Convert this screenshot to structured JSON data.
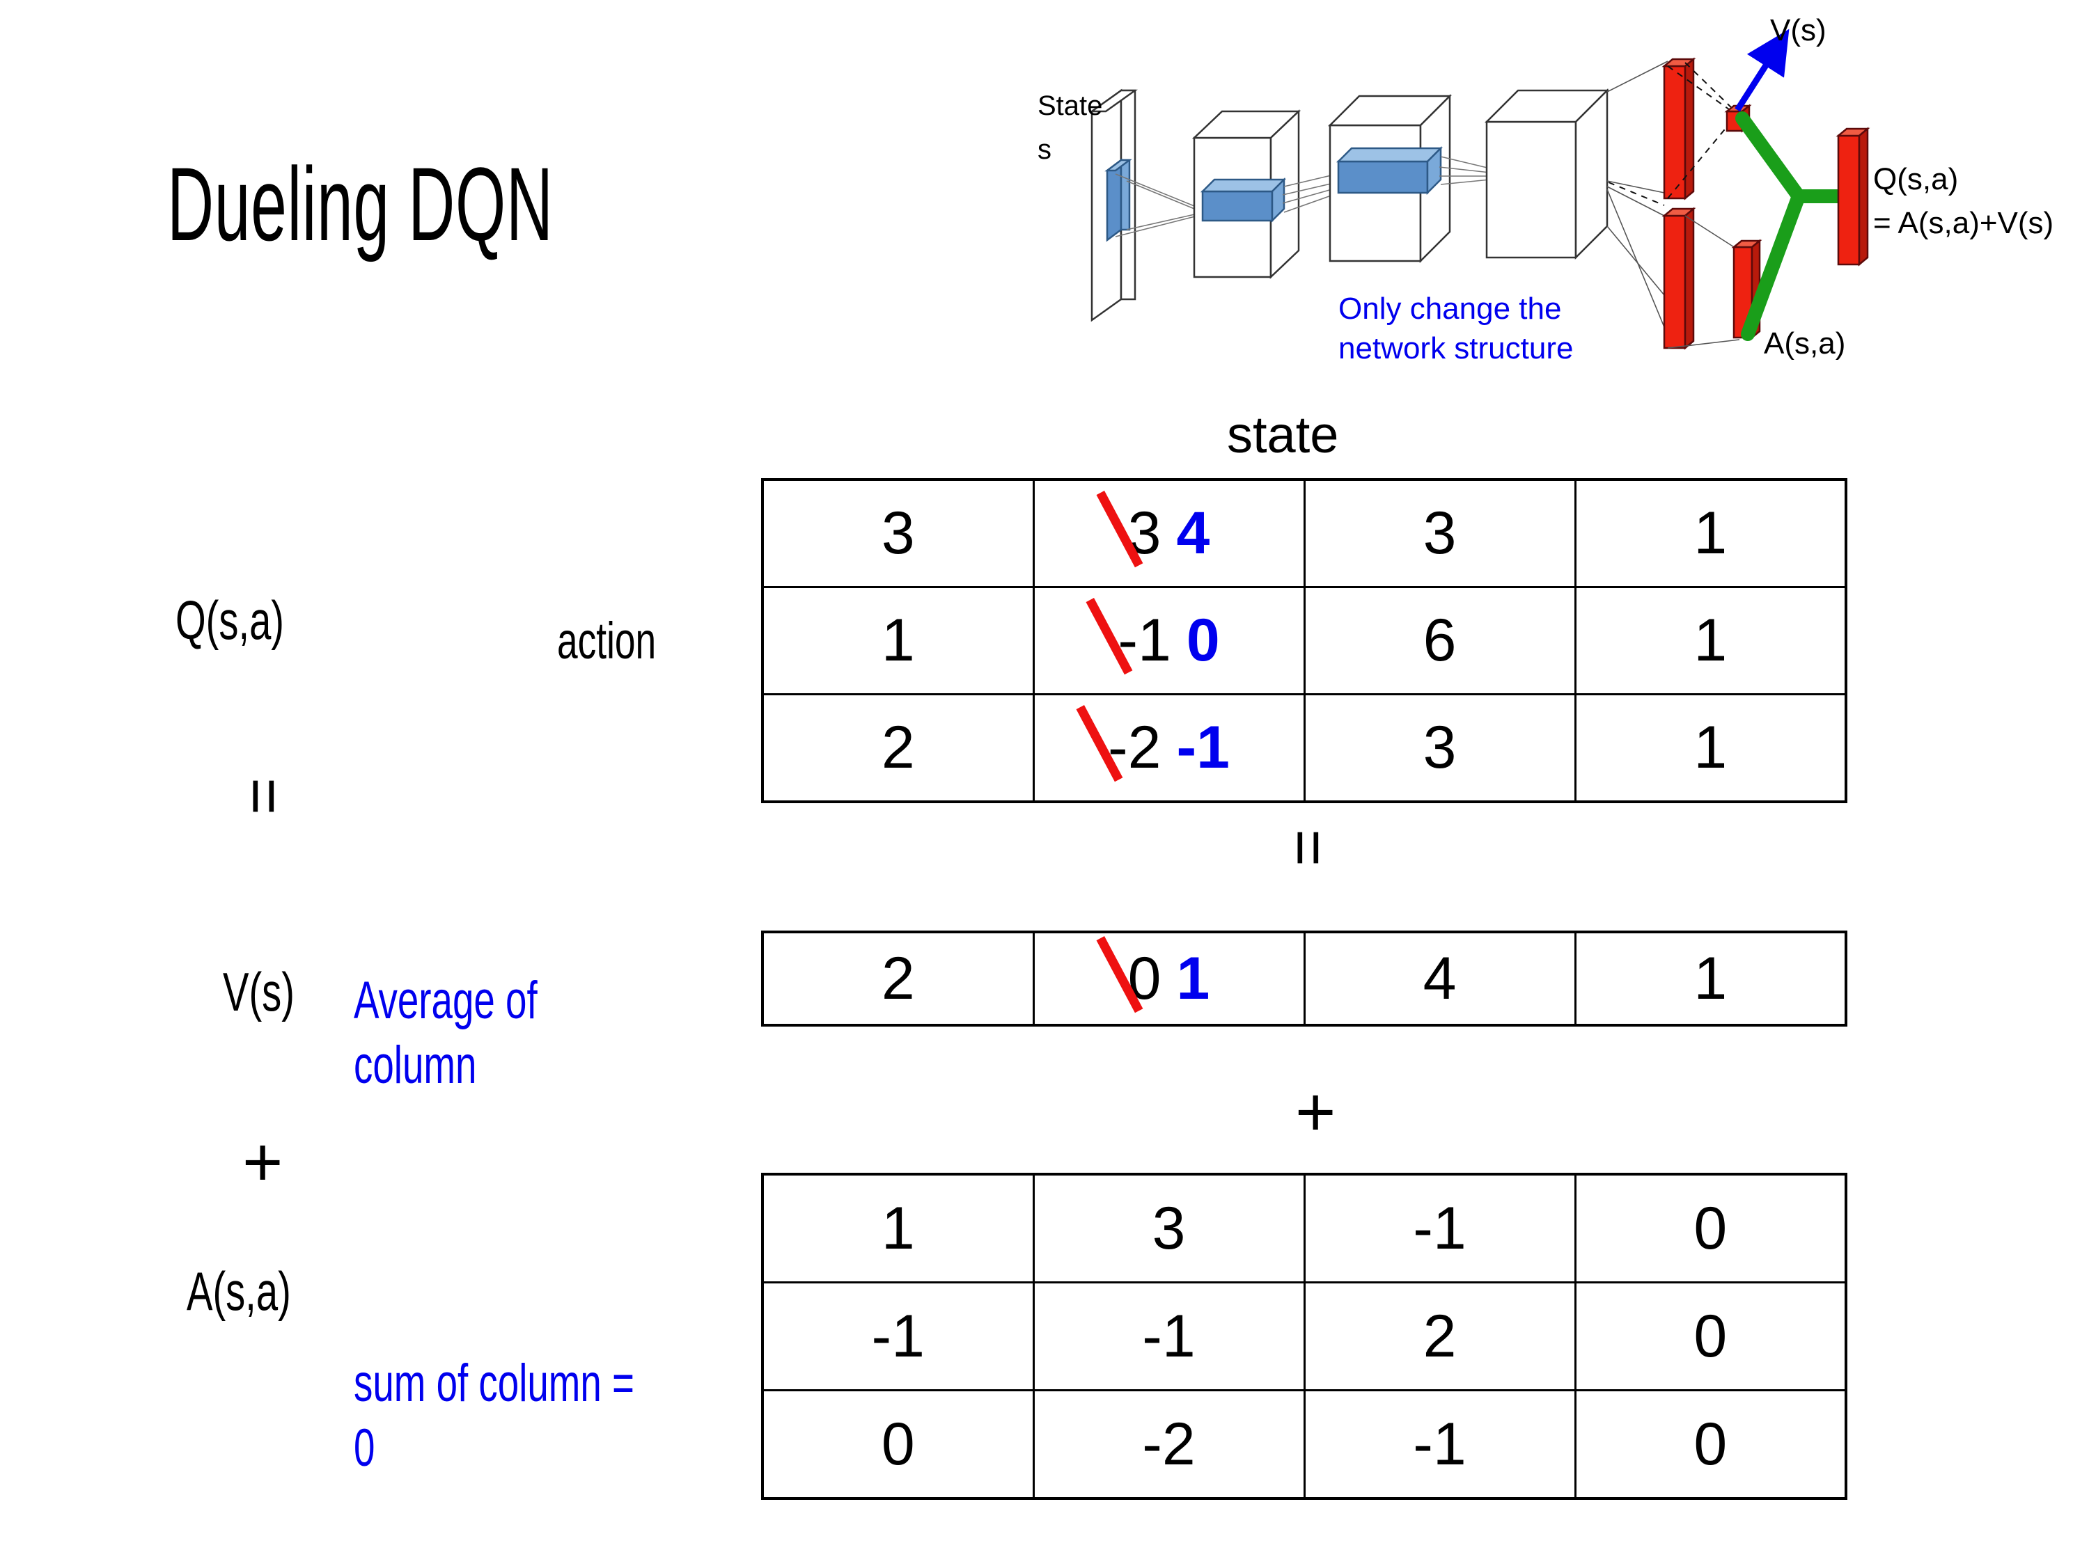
{
  "title": "Dueling DQN",
  "diagram": {
    "state_label_line1": "State",
    "state_label_line2": "s",
    "note": "Only change the network structure",
    "v_out_label": "V(s)",
    "a_out_label": "A(s,a)",
    "q_out_label_line1": "Q(s,a)",
    "q_out_label_line2": "= A(s,a)+V(s)",
    "colors": {
      "note_blue": "#0000ee",
      "arrow_blue": "#0000ee",
      "bar_red": "#ee2211",
      "merge_green": "#1a9e1a",
      "layer_blue": "#6699cc"
    }
  },
  "axis_labels": {
    "state": "state",
    "action": "action"
  },
  "sections": {
    "q": {
      "label": "Q(s,a)"
    },
    "v": {
      "label": "V(s)",
      "note": "Average of column"
    },
    "a": {
      "label": "A(s,a)",
      "note": "sum of column = 0"
    }
  },
  "operators": {
    "eq_left": "=",
    "eq_middle": "=",
    "plus_left": "+",
    "plus_middle": "+"
  },
  "chart_data": {
    "type": "table",
    "title": "Dueling DQN value/advantage decomposition",
    "xlabel": "state",
    "ylabel": "action",
    "tables": [
      {
        "name": "Q(s,a)",
        "rows": 3,
        "cols": 4,
        "values": [
          [
            "3",
            "3",
            "3",
            "1"
          ],
          [
            "1",
            "-1",
            "6",
            "1"
          ],
          [
            "2",
            "-2",
            "3",
            "1"
          ]
        ],
        "corrections": [
          {
            "row": 0,
            "col": 1,
            "old": "3",
            "new": "4"
          },
          {
            "row": 1,
            "col": 1,
            "old": "-1",
            "new": "0"
          },
          {
            "row": 2,
            "col": 1,
            "old": "-2",
            "new": "-1"
          }
        ]
      },
      {
        "name": "V(s)",
        "rows": 1,
        "cols": 4,
        "values": [
          [
            "2",
            "0",
            "4",
            "1"
          ]
        ],
        "corrections": [
          {
            "row": 0,
            "col": 1,
            "old": "0",
            "new": "1"
          }
        ]
      },
      {
        "name": "A(s,a)",
        "rows": 3,
        "cols": 4,
        "values": [
          [
            "1",
            "3",
            "-1",
            "0"
          ],
          [
            "-1",
            "-1",
            "2",
            "0"
          ],
          [
            "0",
            "-2",
            "-1",
            "0"
          ]
        ],
        "corrections": []
      }
    ]
  }
}
